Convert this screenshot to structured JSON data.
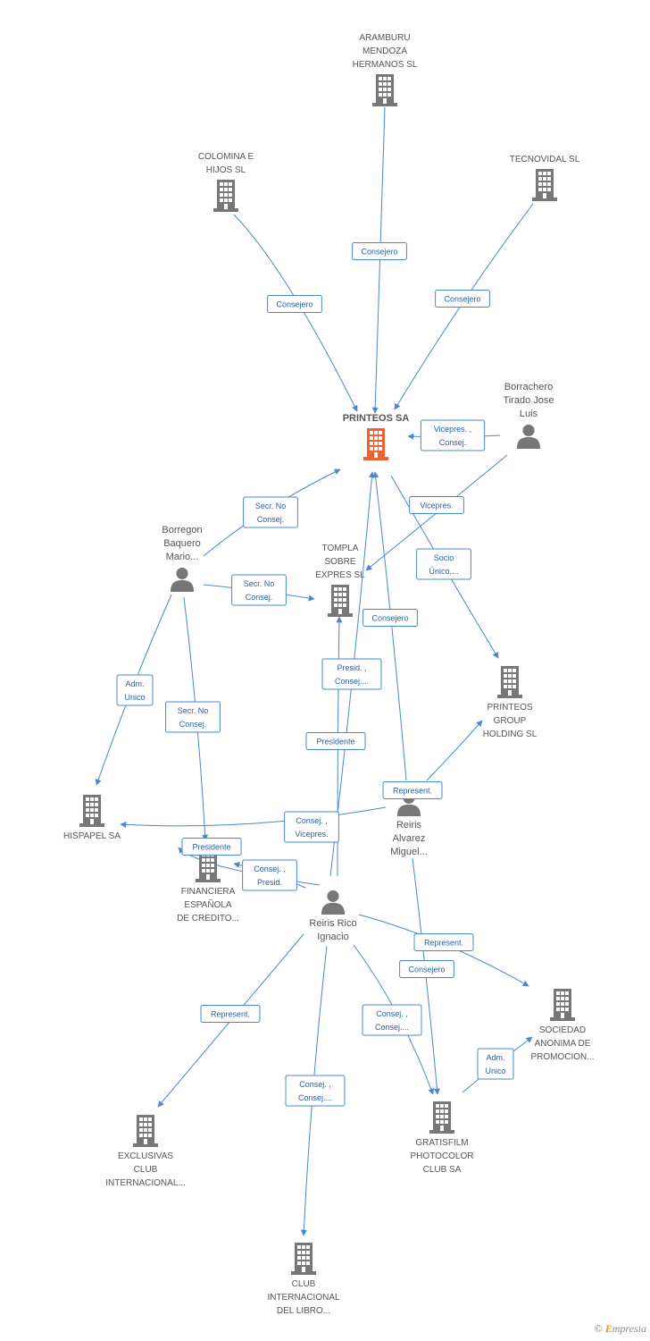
{
  "colors": {
    "edge": "#4a86d4",
    "edge_text": "#2a5fa8",
    "company_icon": "#777777",
    "main_company_icon": "#f0622d",
    "person_icon": "#777777"
  },
  "nodes": [
    {
      "id": "printeos",
      "type": "company",
      "main": true,
      "label": [
        "PRINTEOS SA"
      ],
      "icon": "building-icon"
    },
    {
      "id": "aramburu",
      "type": "company",
      "label": [
        "ARAMBURU",
        "MENDOZA",
        "HERMANOS  SL"
      ],
      "icon": "building-icon"
    },
    {
      "id": "colomina",
      "type": "company",
      "label": [
        "COLOMINA E",
        "HIJOS SL"
      ],
      "icon": "building-icon"
    },
    {
      "id": "tecnovidal",
      "type": "company",
      "label": [
        "TECNOVIDAL  SL"
      ],
      "icon": "building-icon"
    },
    {
      "id": "borrachero",
      "type": "person",
      "label": [
        "Borrachero",
        "Tirado Jose",
        "Luis"
      ],
      "icon": "person-icon"
    },
    {
      "id": "borregon",
      "type": "person",
      "label": [
        "Borregon",
        "Baquero",
        "Mario..."
      ],
      "icon": "person-icon"
    },
    {
      "id": "tompla",
      "type": "company",
      "label": [
        "TOMPLA",
        "SOBRE",
        "EXPRES  SL"
      ],
      "icon": "building-icon"
    },
    {
      "id": "printeos_group",
      "type": "company",
      "label": [
        "PRINTEOS",
        "GROUP",
        "HOLDING  SL"
      ],
      "icon": "building-icon"
    },
    {
      "id": "hispapel",
      "type": "company",
      "label": [
        "HISPAPEL SA"
      ],
      "icon": "building-icon"
    },
    {
      "id": "financiera",
      "type": "company",
      "label": [
        "FINANCIERA",
        "ESPAÑOLA",
        "DE CREDITO..."
      ],
      "icon": "building-icon"
    },
    {
      "id": "reiris_alvarez",
      "type": "person",
      "label": [
        "Reiris",
        "Alvarez",
        "Miguel..."
      ],
      "icon": "person-icon"
    },
    {
      "id": "reiris_rico",
      "type": "person",
      "label": [
        "Reiris Rico",
        "Ignacio"
      ],
      "icon": "person-icon"
    },
    {
      "id": "sociedad",
      "type": "company",
      "label": [
        "SOCIEDAD",
        "ANONIMA DE",
        "PROMOCION..."
      ],
      "icon": "building-icon"
    },
    {
      "id": "exclusivas",
      "type": "company",
      "label": [
        "EXCLUSIVAS",
        "CLUB",
        "INTERNACIONAL..."
      ],
      "icon": "building-icon"
    },
    {
      "id": "gratisfilm",
      "type": "company",
      "label": [
        "GRATISFILM",
        "PHOTOCOLOR",
        "CLUB SA"
      ],
      "icon": "building-icon"
    },
    {
      "id": "club_libro",
      "type": "company",
      "label": [
        "CLUB",
        "INTERNACIONAL",
        "DEL LIBRO..."
      ],
      "icon": "building-icon"
    }
  ],
  "edges": [
    {
      "from": "aramburu",
      "to": "printeos",
      "label": [
        "Consejero"
      ]
    },
    {
      "from": "colomina",
      "to": "printeos",
      "label": [
        "Consejero"
      ]
    },
    {
      "from": "tecnovidal",
      "to": "printeos",
      "label": [
        "Consejero"
      ]
    },
    {
      "from": "borrachero",
      "to": "printeos",
      "label": [
        "Vicepres. ,",
        "Consej."
      ]
    },
    {
      "from": "borrachero",
      "to": "tompla",
      "label": [
        "Vicepres."
      ]
    },
    {
      "from": "borregon",
      "to": "printeos",
      "label": [
        "Secr.  No",
        "Consej."
      ]
    },
    {
      "from": "borregon",
      "to": "tompla",
      "label": [
        "Secr.  No",
        "Consej."
      ]
    },
    {
      "from": "borregon",
      "to": "hispapel",
      "label": [
        "Adm.",
        "Unico"
      ]
    },
    {
      "from": "borregon",
      "to": "financiera",
      "label": [
        "Secr.  No",
        "Consej."
      ]
    },
    {
      "from": "printeos",
      "to": "printeos_group",
      "label": [
        "Socio",
        "Único,..."
      ]
    },
    {
      "from": "reiris_alvarez",
      "to": "printeos",
      "label": [
        "Consejero"
      ]
    },
    {
      "from": "reiris_alvarez",
      "to": "printeos_group",
      "label": [
        "Represent."
      ]
    },
    {
      "from": "reiris_alvarez",
      "to": "hispapel",
      "label": [
        "Consej. ,",
        "Vicepres."
      ]
    },
    {
      "from": "reiris_alvarez",
      "to": "gratisfilm",
      "label": [
        "Consejero"
      ]
    },
    {
      "from": "reiris_rico",
      "to": "tompla",
      "label": [
        "Presid. ,",
        "Consej...."
      ]
    },
    {
      "from": "reiris_rico",
      "to": "printeos",
      "label": [
        "Presidente"
      ]
    },
    {
      "from": "reiris_rico",
      "to": "financiera",
      "label": [
        "Consej. ,",
        "Presid."
      ]
    },
    {
      "from": "reiris_rico",
      "to": "hispapel",
      "label": [
        "Presidente"
      ]
    },
    {
      "from": "reiris_rico",
      "to": "sociedad",
      "label": [
        "Represent."
      ]
    },
    {
      "from": "reiris_rico",
      "to": "exclusivas",
      "label": [
        "Represent."
      ]
    },
    {
      "from": "reiris_rico",
      "to": "gratisfilm",
      "label": [
        "Consej. ,",
        "Consej...."
      ]
    },
    {
      "from": "reiris_rico",
      "to": "club_libro",
      "label": [
        "Consej. ,",
        "Consej...."
      ]
    },
    {
      "from": "gratisfilm",
      "to": "sociedad",
      "label": [
        "Adm.",
        "Unico"
      ]
    }
  ],
  "footer": {
    "copyright": "©",
    "brand_initial": "E",
    "brand_rest": "mpresia"
  }
}
